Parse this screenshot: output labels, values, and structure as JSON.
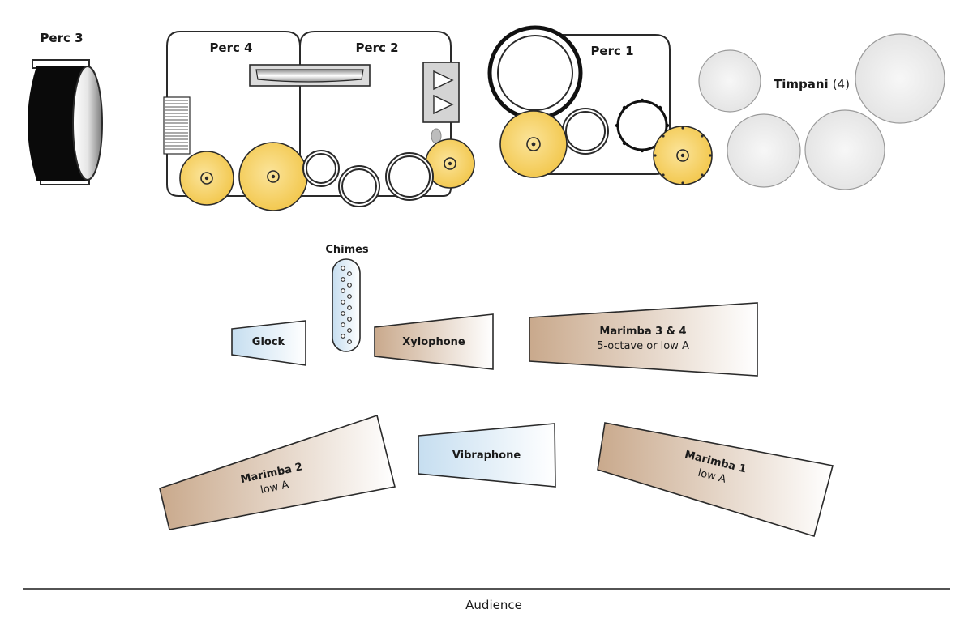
{
  "stations": {
    "perc3": "Perc 3",
    "perc4": "Perc 4",
    "perc2": "Perc 2",
    "perc1": "Perc 1"
  },
  "timpani": {
    "label": "Timpani",
    "count": "(4)"
  },
  "chimes": "Chimes",
  "glock": "Glock",
  "xylophone": "Xylophone",
  "marimba34": {
    "name": "Marimba 3 & 4",
    "note": "5-octave or low A"
  },
  "vibraphone": "Vibraphone",
  "marimba2": {
    "name": "Marimba 2",
    "note": "low A"
  },
  "marimba1": {
    "name": "Marimba 1",
    "note": "low A"
  },
  "audience": "Audience",
  "colors": {
    "wood_dark": "#c9a98c",
    "wood_light": "#ffffff",
    "metal_dark": "#c6def0",
    "metal_light": "#ffffff",
    "cymbal_gold": "#f2c64a",
    "cymbal_light": "#fbe49a",
    "timpani": "#ebebeb",
    "outline": "#2a2a2a"
  }
}
